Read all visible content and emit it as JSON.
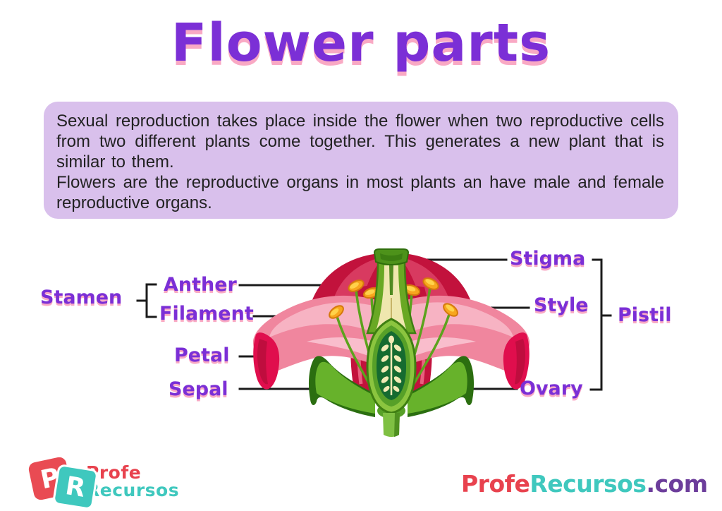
{
  "title": "Flower parts",
  "intro": {
    "p1": "Sexual reproduction takes place inside the flower when two reproductive cells from two different plants come together. This generates a new plant that is similar to them.",
    "p2": "Flowers are the reproductive organs in most plants an have male and female reproductive organs."
  },
  "labels": {
    "stamen": "Stamen",
    "anther": "Anther",
    "filament": "Filament",
    "petal": "Petal",
    "sepal": "Sepal",
    "stigma": "Stigma",
    "style": "Style",
    "pistil": "Pistil",
    "ovary": "Ovary"
  },
  "branding": {
    "logo_p": "P",
    "logo_r": "R",
    "logo_line1": "Profe",
    "logo_line2": "Recursos",
    "site_profe": "Profe",
    "site_recursos": "Recursos",
    "site_tld": ".com"
  },
  "colors": {
    "label_purple": "#7b2fd6",
    "label_shadow_pink": "#f9a9c4",
    "intro_box_bg": "#d9c0ec",
    "body_text": "#222222",
    "pointer_line": "#1b1b1b",
    "brand_red": "#e8424e",
    "brand_teal": "#3fc8be",
    "brand_purple": "#6c3d9b",
    "petal_pink": "#f0869e",
    "petal_dark_red": "#c2123c",
    "petal_crimson_tip": "#e00e4d",
    "filament_green": "#5ca31d",
    "sepal_dark_green": "#2b6e10",
    "ovary_inner_green": "#156b30",
    "ovule_cream": "#f3ebb6",
    "anther_orange": "#f7a61e"
  }
}
